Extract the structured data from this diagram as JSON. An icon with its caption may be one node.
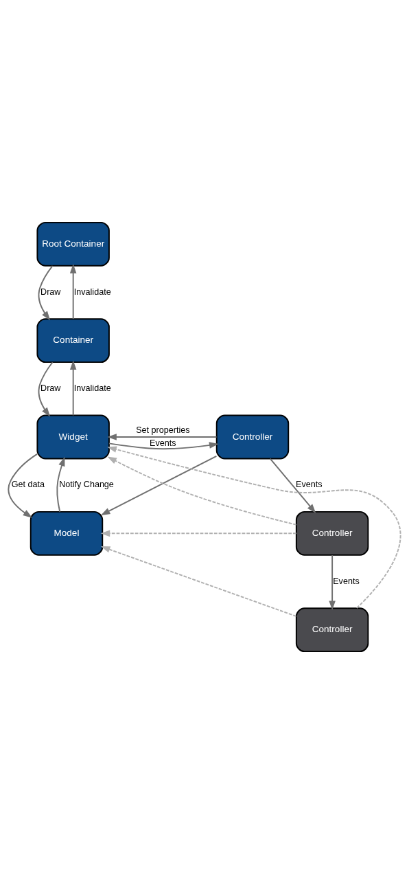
{
  "diagram": {
    "nodes": [
      {
        "text": [
          "Root Container"
        ]
      },
      {
        "text": [
          "Container"
        ]
      },
      {
        "text": [
          "Widget"
        ]
      },
      {
        "text": [
          "Controller"
        ]
      },
      {
        "text": [
          "Model"
        ]
      },
      {
        "text": [
          "Controller"
        ]
      },
      {
        "text": [
          "Controller"
        ]
      }
    ],
    "edges": [
      {
        "from": 1,
        "to": 0,
        "arrow": "to",
        "label": "Invalidate"
      },
      {
        "from": 0,
        "to": 1,
        "arrow": "to",
        "label": "Draw"
      },
      {
        "from": 2,
        "to": 1,
        "arrow": "to",
        "label": "Invalidate"
      },
      {
        "from": 1,
        "to": 2,
        "arrow": "to",
        "label": "Draw"
      },
      {
        "from": 2,
        "to": 3,
        "arrow": "to",
        "label": "Events"
      },
      {
        "from": 3,
        "to": 2,
        "arrow": "to",
        "label": "Set properties"
      },
      {
        "from": 4,
        "to": 2,
        "arrow": "to",
        "label": "Notify Change"
      },
      {
        "from": 2,
        "to": 4,
        "arrow": "to",
        "label": "Get data"
      },
      {
        "from": 3,
        "to": 4,
        "arrow": "to"
      },
      {
        "from": 3,
        "to": 5,
        "arrow": "to",
        "label": "Events"
      },
      {
        "from": 5,
        "to": 2,
        "arrow": "to",
        "style": "dashed",
        "color": "#b0b0b0"
      },
      {
        "from": 5,
        "to": 4,
        "arrow": "to",
        "style": "dashed",
        "color": "#b0b0b0"
      },
      {
        "from": 5,
        "to": 6,
        "arrow": "to",
        "label": "Events"
      },
      {
        "from": 6,
        "to": 2,
        "arrow": "to",
        "style": "dashed",
        "color": "#b0b0b0"
      },
      {
        "from": 6,
        "to": 4,
        "arrow": "to",
        "style": "dashed",
        "color": "#b0b0b0"
      }
    ]
  }
}
